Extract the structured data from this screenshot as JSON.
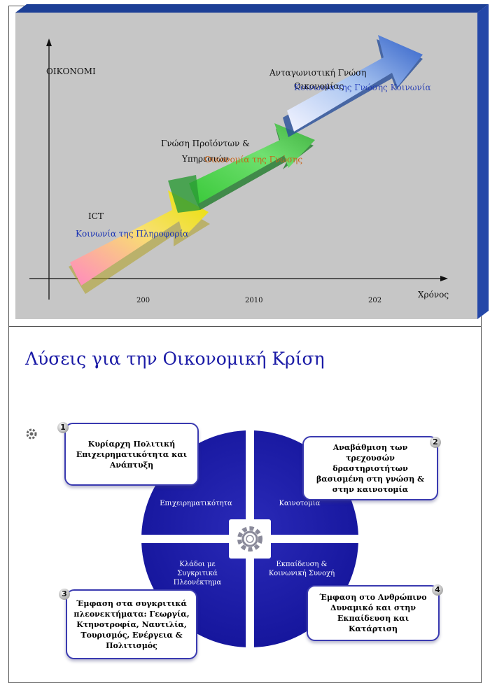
{
  "slide1": {
    "y_axis_label": "ΟΙΚΟΝΟΜΙ",
    "x_axis_label": "Χρόνος",
    "x_ticks": [
      "200",
      "2010",
      "202"
    ],
    "stages": [
      {
        "top_label": "ICT",
        "bottom_label": "Κοινωνία της Πληροφορία"
      },
      {
        "top_label": "Γνώση Προϊόντων &",
        "top_label_2": "Υπηρεσιών",
        "bottom_label": "Οικονομία της Γνώσης"
      },
      {
        "top_label": "Ανταγωνιστική Γνώση",
        "top_label_2": "Οικονομίας",
        "bottom_label": "Κοινωνία της Γνώσης Κοινωνία"
      }
    ]
  },
  "slide2": {
    "title": "Λύσεις για την Οικονομική Κρίση",
    "quadrants": [
      {
        "label": "Επιχειρηματικότητα"
      },
      {
        "label": "Καινοτομία"
      },
      {
        "label": "Κλάδοι με Συγκριτικά Πλεονέκτημα"
      },
      {
        "label": "Εκπαίδευση & Κοινωνική Συνοχή"
      }
    ],
    "boxes": [
      {
        "number": "1",
        "text": "Κυρίαρχη Πολιτική Επιχειρηματικότητα και Ανάπτυξη"
      },
      {
        "number": "2",
        "text": "Αναβάθμιση των τρεχουσών δραστηριοτήτων βασισμένη στη γνώση & στην καινοτομία"
      },
      {
        "number": "3",
        "text": "Έμφαση στα συγκριτικά πλεονεκτήματα: Γεωργία, Κτηνοτροφία, Ναυτιλία, Τουρισμός, Ενέργεια & Πολιτισμός"
      },
      {
        "number": "4",
        "text": "Έμφαση στο Ανθρώπινο Δυναμικό και στην Εκπαίδευση και Κατάρτιση"
      }
    ]
  }
}
